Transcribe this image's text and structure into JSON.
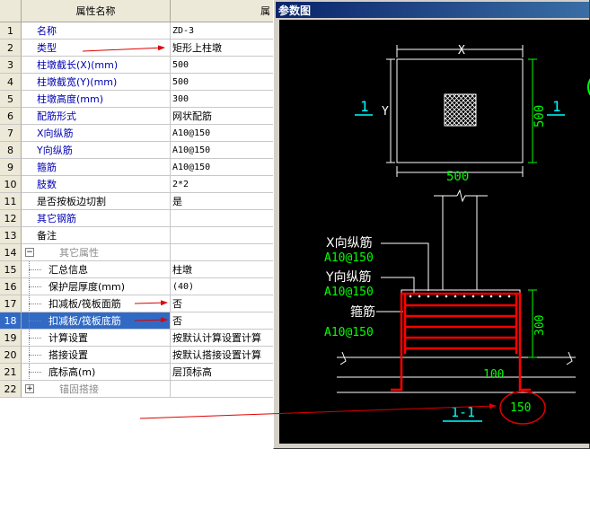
{
  "grid": {
    "header_name": "属性名称",
    "header_value": "属",
    "rows": [
      {
        "num": "1",
        "name": "名称",
        "value": "ZD-3",
        "style": "blue"
      },
      {
        "num": "2",
        "name": "类型",
        "value": "矩形上柱墩",
        "style": "blue"
      },
      {
        "num": "3",
        "name": "柱墩截长(X)(mm)",
        "value": "500",
        "style": "blue"
      },
      {
        "num": "4",
        "name": "柱墩截宽(Y)(mm)",
        "value": "500",
        "style": "blue"
      },
      {
        "num": "5",
        "name": "柱墩高度(mm)",
        "value": "300",
        "style": "blue"
      },
      {
        "num": "6",
        "name": "配筋形式",
        "value": "网状配筋",
        "style": "blue"
      },
      {
        "num": "7",
        "name": "X向纵筋",
        "value": "A10@150",
        "style": "blue"
      },
      {
        "num": "8",
        "name": "Y向纵筋",
        "value": "A10@150",
        "style": "blue"
      },
      {
        "num": "9",
        "name": "箍筋",
        "value": "A10@150",
        "style": "blue"
      },
      {
        "num": "10",
        "name": "肢数",
        "value": "2*2",
        "style": "blue"
      },
      {
        "num": "11",
        "name": "是否按板边切割",
        "value": "是",
        "style": "black"
      },
      {
        "num": "12",
        "name": "其它钢筋",
        "value": "",
        "style": "blue"
      },
      {
        "num": "13",
        "name": "备注",
        "value": "",
        "style": "black"
      },
      {
        "num": "14",
        "name": "其它属性",
        "value": "",
        "style": "gray",
        "expander": "−"
      },
      {
        "num": "15",
        "name": "汇总信息",
        "value": "柱墩",
        "style": "black",
        "sub": true
      },
      {
        "num": "16",
        "name": "保护层厚度(mm)",
        "value": "(40)",
        "style": "black",
        "sub": true
      },
      {
        "num": "17",
        "name": "扣减板/筏板面筋",
        "value": "否",
        "style": "black",
        "sub": true
      },
      {
        "num": "18",
        "name": "扣减板/筏板底筋",
        "value": "否",
        "style": "black",
        "sub": true,
        "selected": true
      },
      {
        "num": "19",
        "name": "计算设置",
        "value": "按默认计算设置计算",
        "style": "black",
        "sub": true
      },
      {
        "num": "20",
        "name": "搭接设置",
        "value": "按默认搭接设置计算",
        "style": "black",
        "sub": true
      },
      {
        "num": "21",
        "name": "底标高(m)",
        "value": "层顶标高",
        "style": "black",
        "sub": true
      },
      {
        "num": "22",
        "name": "锚固搭接",
        "value": "",
        "style": "gray",
        "expander": "+"
      }
    ]
  },
  "param_window": {
    "title": "参数图",
    "plan": {
      "dim_x_label": "X",
      "dim_y_label": "Y",
      "dim_bottom": "500",
      "dim_right": "500",
      "section_mark_left": "1",
      "section_mark_right": "1"
    },
    "section": {
      "label_x_bar": "X向纵筋",
      "value_x_bar": "A10@150",
      "label_y_bar": "Y向纵筋",
      "value_y_bar": "A10@150",
      "label_stirrup": "箍筋",
      "value_stirrup": "A10@150",
      "dim_height": "300",
      "dim_100": "100",
      "dim_150": "150",
      "section_title": "1-1"
    }
  },
  "colors": {
    "cad_white": "#ffffff",
    "cad_green": "#00ff00",
    "cad_cyan": "#00ffff",
    "cad_red": "#ff0000",
    "annotation_red": "#e00000",
    "selection": "#316ac5"
  }
}
